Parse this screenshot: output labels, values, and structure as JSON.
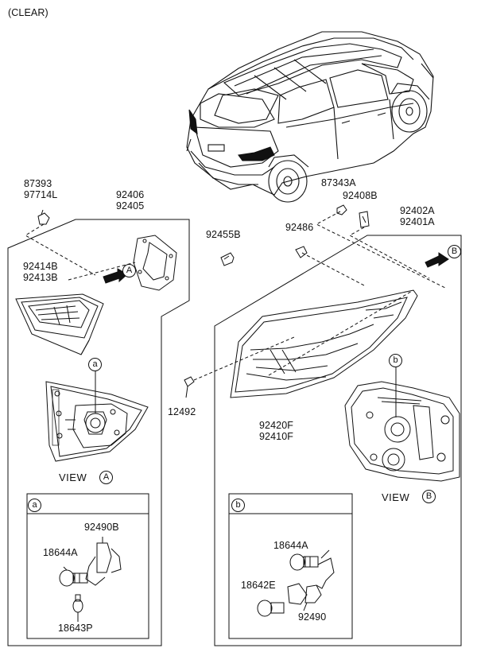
{
  "header": {
    "variant": "(CLEAR)"
  },
  "left_assembly": {
    "clip_parts": [
      "87393",
      "97714L"
    ],
    "inner_lamp": [
      "92406",
      "92405"
    ],
    "lamp_housing": [
      "92414B",
      "92413B"
    ],
    "view_label": "VIEW",
    "view_marker": "A",
    "bulb_marker": "a"
  },
  "center": {
    "bolt": "92455B",
    "screw": "12492"
  },
  "right_assembly": {
    "nut_parts": [
      "87343A",
      "92408B"
    ],
    "grommet": "92486",
    "outer_lamp": [
      "92402A",
      "92401A"
    ],
    "lens": [
      "92420F",
      "92410F"
    ],
    "view_label": "VIEW",
    "view_marker": "B",
    "bulb_marker": "b"
  },
  "detail_a": {
    "tag": "a",
    "socket": "92490B",
    "bulb": "18644A",
    "side_bulb": "18643P"
  },
  "detail_b": {
    "tag": "b",
    "bulb_top": "18644A",
    "bulb_bottom": "18642E",
    "socket": "92490"
  }
}
